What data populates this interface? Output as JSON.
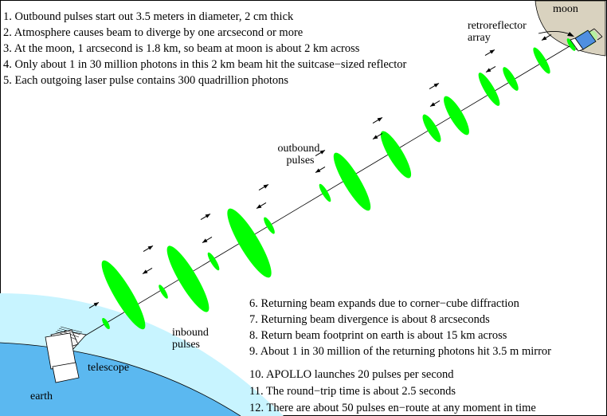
{
  "notes_top": [
    "1. Outbound pulses start out 3.5 meters in diameter, 2 cm thick",
    "2. Atmosphere causes beam to diverge by one arcsecond or more",
    "3. At the moon, 1 arcsecond is 1.8 km, so beam at moon is about 2 km across",
    "4. Only about 1 in 30 million photons in this 2 km beam hit the suitcase−sized reflector",
    "5. Each outgoing laser pulse contains 300 quadrillion photons"
  ],
  "notes_bottom_a": [
    "6. Returning beam expands due to corner−cube diffraction",
    "7. Returning beam divergence is about 8 arcseconds",
    "8. Return beam footprint on earth is about 15 km across",
    "9. About 1 in 30 million of the returning photons hit 3.5 m mirror"
  ],
  "notes_bottom_b": [
    "10. APOLLO launches 20 pulses per second",
    "11. The round−trip time is about 2.5 seconds",
    "12. There are about 50 pulses en−route at any moment in time"
  ],
  "labels": {
    "moon": "moon",
    "retroreflector_line1": "retroreflector",
    "retroreflector_line2": "array",
    "outbound_line1": "outbound",
    "outbound_line2": "pulses",
    "inbound_line1": "inbound",
    "inbound_line2": "pulses",
    "telescope": "telescope",
    "earth": "earth"
  },
  "colors": {
    "pulse": "#00ff00",
    "earth_ocean": "#5bb8f0",
    "earth_atmosphere": "#c8f4ff",
    "moon": "#d9d2bf",
    "moon_glow": "#b6f0a0",
    "reflector": "#4f8fe0"
  }
}
